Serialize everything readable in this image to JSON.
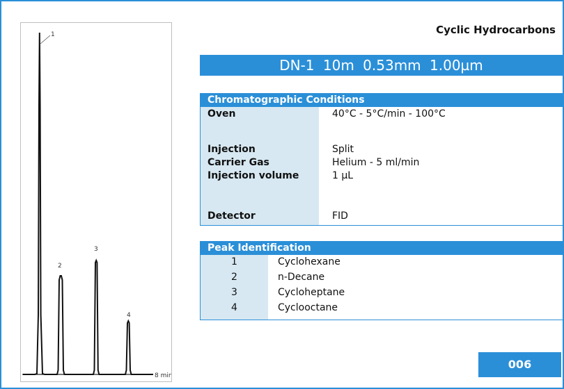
{
  "title": "Cyclic Hydrocarbons",
  "column": "DN-1  10m  0.53mm  1.00µm",
  "conditions": {
    "header": "Chromatographic Conditions",
    "rows": [
      {
        "label": "Oven",
        "value": "40°C - 5°C/min - 100°C"
      },
      {
        "label": "Injection",
        "value": "Split"
      },
      {
        "label": "Carrier Gas",
        "value": "Helium - 5 ml/min"
      },
      {
        "label": "Injection volume",
        "value": "1 µL"
      },
      {
        "label": "Detector",
        "value": "FID"
      }
    ]
  },
  "peaks": {
    "header": "Peak Identification",
    "rows": [
      {
        "num": "1",
        "name": "Cyclohexane"
      },
      {
        "num": "2",
        "name": "n-Decane"
      },
      {
        "num": "3",
        "name": "Cycloheptane"
      },
      {
        "num": "4",
        "name": "Cyclooctane"
      }
    ]
  },
  "code": "006",
  "chromatogram": {
    "axis_end_label": "8 min",
    "peak_labels": [
      "1",
      "2",
      "3",
      "4"
    ]
  }
}
